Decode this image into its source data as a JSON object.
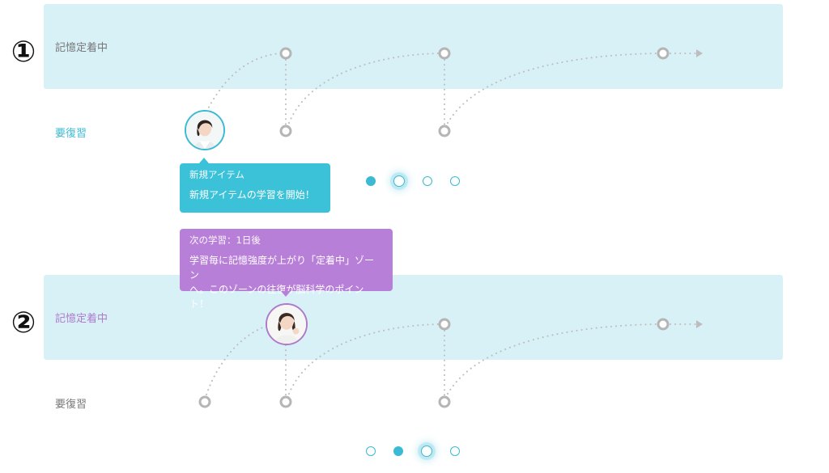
{
  "panels": [
    {
      "step": "①",
      "top_label": "記憶定着中",
      "bottom_label": "要復習",
      "bubble": {
        "title": "新規アイテム",
        "body": "新規アイテムの学習を開始！"
      },
      "pager_state": [
        "filled",
        "glow",
        "empty",
        "empty"
      ]
    },
    {
      "step": "②",
      "top_label": "記憶定着中",
      "bottom_label": "要復習",
      "bubble": {
        "title": "次の学習：1日後",
        "body_line1": "学習毎に記憶強度が上がり「定着中」ゾーン",
        "body_line2": "へ。このゾーンの往復が脳科学のポイント！"
      },
      "pager_state": [
        "empty",
        "filled",
        "glow",
        "empty"
      ]
    }
  ],
  "colors": {
    "band": "#d8f1f7",
    "blue": "#3bbad4",
    "purple": "#b87fd8",
    "node": "#b5b5b5"
  },
  "icons": {
    "avatar": "woman-portrait-icon",
    "node": "ring-node-icon",
    "arrow": "arrow-right-icon"
  }
}
